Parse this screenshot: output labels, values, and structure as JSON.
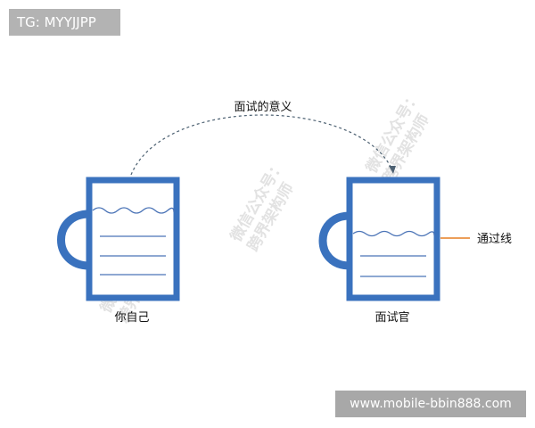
{
  "top_badge": {
    "text": "TG: MYYJJPP"
  },
  "bottom_badge": {
    "text": "www.mobile-bbin888.com"
  },
  "diagram": {
    "arc_label": "面试的意义",
    "left_cup_label": "你自己",
    "right_cup_label": "面试官",
    "pass_line_label": "通过线"
  },
  "watermarks": [
    {
      "line1": "微信公众号：",
      "line2": "跨界架构师"
    },
    {
      "line1": "微信公众号：",
      "line2": "跨界架构师"
    },
    {
      "line1": "微信公众号：",
      "line2": "跨界架构师"
    }
  ],
  "colors": {
    "cup": "#3a72be",
    "water": "#4a73b6",
    "pass_line": "#e67e22",
    "arc": "#4d6172"
  }
}
